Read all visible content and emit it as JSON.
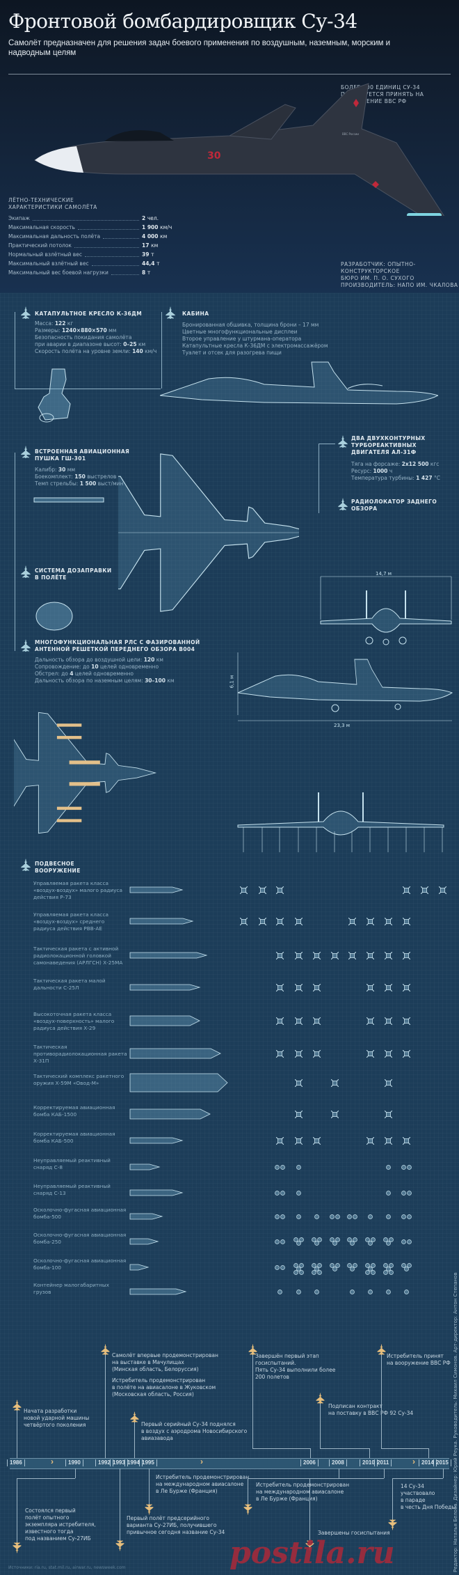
{
  "header": {
    "title": "Фронтовой бомбардировщик Су-34",
    "subtitle": "Самолёт предназначен для решения задач боевого применения по воздушным, наземным, морским и надводным целям"
  },
  "note_top": "Более 100 единиц Су-34 планируется принять на вооружение ВВС РФ",
  "developer": [
    "Разработчик: Опытно-конструкторское",
    "бюро им. П. О. Сухого",
    "Производитель: НАПО им. Чкалова"
  ],
  "hero_markings": {
    "tail_text": "ВВС России",
    "number": "30"
  },
  "specs": {
    "title": [
      "Лётно-технические",
      "характеристики самолёта"
    ],
    "rows": [
      {
        "name": "Экипаж",
        "value": "2",
        "unit": "чел."
      },
      {
        "name": "Максимальная скорость",
        "value": "1 900",
        "unit": "км/ч"
      },
      {
        "name": "Максимальная дальность полёта",
        "value": "4 000",
        "unit": "км"
      },
      {
        "name": "Практический потолок",
        "value": "17",
        "unit": "км"
      },
      {
        "name": "Нормальный взлётный вес",
        "value": "39",
        "unit": "т"
      },
      {
        "name": "Максимальный взлётный вес",
        "value": "44,4",
        "unit": "т"
      },
      {
        "name": "Максимальный вес боевой нагрузки",
        "value": "8",
        "unit": "т"
      }
    ]
  },
  "seat": {
    "title": "Катапультное кресло К-36ДМ",
    "lines": [
      [
        "Масса: ",
        "122",
        "кг"
      ],
      [
        "Размеры: ",
        "1240×880×570",
        "мм"
      ],
      [
        "Безопасность покидания самолёта",
        "",
        ""
      ],
      [
        "при аварии в диапазоне высот: ",
        "0–25",
        "км"
      ],
      [
        "Скорость полёта на уровне земли: ",
        "140",
        "км/ч"
      ]
    ]
  },
  "cabin": {
    "title": "Кабина",
    "lines": [
      "Бронированная обшивка, толщина брони – 17 мм",
      "Цветные многофункциональные дисплеи",
      "Второе управление у штурмана-оператора",
      "Катапультные кресла К-36ДМ с электромассажёром",
      "Туалет и отсек для разогрева пищи"
    ]
  },
  "gun": {
    "title": [
      "Встроенная авиационная",
      "пушка ГШ-301"
    ],
    "lines": [
      [
        "Калибр: ",
        "30",
        "мм"
      ],
      [
        "Боекомплект: ",
        "150",
        "выстрелов"
      ],
      [
        "Темп стрельбы: ",
        "1 500",
        "выст/мин"
      ]
    ]
  },
  "engines": {
    "title": [
      "Два двухконтурных",
      "турбореактивных",
      "двигателя АЛ-31Ф"
    ],
    "lines": [
      [
        "Тяга на форсаже: ",
        "2х12 500",
        "кгс"
      ],
      [
        "Ресурс: ",
        "1000",
        "ч"
      ],
      [
        "Температура турбины: ",
        "1 427",
        "°С"
      ]
    ]
  },
  "rear_radar": {
    "title": [
      "Радиолокатор заднего",
      "обзора"
    ]
  },
  "refuel": {
    "title": [
      "Система дозаправки",
      "в полёте"
    ]
  },
  "radar": {
    "title": [
      "Многофункциональная РЛС с фазированной",
      "антенной решеткой переднего обзора В004"
    ],
    "lines": [
      [
        "Дальность обзора до воздушной цели: ",
        "120",
        "км"
      ],
      [
        "Сопровождение: до ",
        "10",
        "целей одновременно"
      ],
      [
        "Обстрел: до ",
        "4",
        "целей одновременно"
      ],
      [
        "Дальность обзора по наземным целям: ",
        "30–100",
        "км"
      ]
    ]
  },
  "dimensions": {
    "wingspan": "14,7 м",
    "height": "6,1 м",
    "length": "23,3 м"
  },
  "weapons": {
    "title": [
      "Подвесное",
      "вооружение"
    ],
    "items": [
      {
        "label": "Управляемая ракета класса «воздух-воздух» малого радиуса действия Р-73",
        "kind": "x",
        "load": [
          1,
          1,
          1,
          0,
          0,
          0,
          0,
          0,
          0,
          1,
          1,
          1
        ]
      },
      {
        "label": "Управляемая ракета класса «воздух-воздух» среднего радиуса действия РВВ-АЕ",
        "kind": "x",
        "load": [
          1,
          1,
          1,
          1,
          0,
          0,
          1,
          1,
          1,
          1,
          0,
          0
        ]
      },
      {
        "label": "Тактическая ракета с активной радиолокационной головкой самонаведения (АРЛГСН) Х-25МА",
        "kind": "x",
        "load": [
          0,
          0,
          1,
          1,
          1,
          1,
          1,
          1,
          1,
          1,
          0,
          0
        ]
      },
      {
        "label": "Тактическая ракета малой дальности С-25Л",
        "kind": "x",
        "load": [
          0,
          0,
          1,
          1,
          1,
          0,
          0,
          1,
          1,
          1,
          0,
          0
        ]
      },
      {
        "label": "Высокоточная ракета класса «воздух-поверхность» малого радиуса действия Х-29",
        "kind": "x",
        "load": [
          0,
          0,
          1,
          1,
          1,
          0,
          0,
          1,
          1,
          1,
          0,
          0
        ]
      },
      {
        "label": "Тактическая противорадиолокационная ракета Х-31П",
        "kind": "x",
        "load": [
          0,
          0,
          1,
          1,
          1,
          0,
          0,
          1,
          1,
          1,
          0,
          0
        ]
      },
      {
        "label": "Тактический комплекс ракетного оружия Х-59М «Овод-М»",
        "kind": "x",
        "load": [
          0,
          0,
          0,
          1,
          0,
          1,
          0,
          0,
          1,
          0,
          0,
          0
        ]
      },
      {
        "label": "Корректируемая авиационная бомба КАБ-1500",
        "kind": "x",
        "load": [
          0,
          0,
          0,
          1,
          0,
          1,
          0,
          0,
          1,
          0,
          0,
          0
        ]
      },
      {
        "label": "Корректируемая авиационная бомба КАБ-500",
        "kind": "x",
        "load": [
          0,
          0,
          1,
          1,
          1,
          0,
          0,
          1,
          1,
          1,
          0,
          0
        ]
      },
      {
        "label": "Неуправляемый реактивный снаряд С-8",
        "kind": "o",
        "load": [
          0,
          0,
          2,
          1,
          0,
          0,
          0,
          0,
          1,
          2,
          0,
          0
        ]
      },
      {
        "label": "Неуправляемый реактивный снаряд С-13",
        "kind": "o",
        "load": [
          0,
          0,
          2,
          1,
          0,
          0,
          0,
          0,
          1,
          2,
          0,
          0
        ]
      },
      {
        "label": "Осколочно-фугасная авиационная бомба-500",
        "kind": "o",
        "load": [
          0,
          0,
          2,
          1,
          1,
          2,
          2,
          1,
          1,
          2,
          0,
          0
        ]
      },
      {
        "label": "Осколочно-фугасная авиационная бомба-250",
        "kind": "o",
        "load": [
          0,
          0,
          2,
          3,
          3,
          3,
          3,
          3,
          3,
          2,
          0,
          0
        ]
      },
      {
        "label": "Осколочно-фугасная авиационная бомба-100",
        "kind": "o",
        "load": [
          0,
          0,
          2,
          5,
          5,
          3,
          3,
          5,
          5,
          3,
          0,
          0
        ]
      },
      {
        "label": "Контейнер малогабаритных грузов",
        "kind": "o",
        "load": [
          0,
          0,
          1,
          1,
          1,
          0,
          1,
          1,
          1,
          1,
          0,
          0
        ]
      }
    ]
  },
  "timeline": {
    "years": [
      "1986",
      "1990",
      "1992",
      "1993",
      "1994",
      "1995",
      "2006",
      "2008",
      "2010",
      "2011",
      "2014",
      "2015"
    ],
    "events": [
      {
        "year": "1986",
        "side": "above",
        "text": [
          "Начата разработки",
          "новой ударной машины",
          "четвёртого поколения"
        ]
      },
      {
        "year": "1992",
        "side": "above",
        "text": [
          "Самолёт впервые продемонстрирован",
          "на выставке в Мачулищах",
          "(Минская область, Белоруссия)",
          "",
          "Истребитель продемонстрирован",
          "в полёте на авиасалоне в Жуковском",
          "(Московская область, Россия)"
        ]
      },
      {
        "year": "1994",
        "side": "above",
        "text": [
          "Первый серийный Су-34 поднялся",
          "в воздух с аэродрома Новосибирского",
          "авиазавода"
        ]
      },
      {
        "year": "2006",
        "side": "above",
        "text": [
          "Завершён первый этап",
          "госиспытаний.",
          "Пять Су-34 выполнили более",
          "200 полетов"
        ]
      },
      {
        "year": "2010",
        "side": "above",
        "text": [
          "Подписан контракт",
          "на поставку в ВВС РФ 92 Су-34"
        ]
      },
      {
        "year": "2014",
        "side": "above",
        "text": [
          "Истребитель принят",
          "на вооружение ВВС РФ"
        ]
      },
      {
        "year": "1990",
        "side": "below",
        "text": [
          "Состоялся первый",
          "полёт опытного",
          "экземпляра истребителя,",
          "известного тогда",
          "под названием Су-27ИБ"
        ]
      },
      {
        "year": "1993",
        "side": "below",
        "text": [
          "Первый полёт предсерийного",
          "варианта Су-27ИБ, получившего",
          "привычное сегодня название Су-34"
        ]
      },
      {
        "year": "1995",
        "side": "below",
        "text": [
          "Истребитель продемонстрирован",
          "на международном авиасалоне",
          "в Ле Бурже (Франция)"
        ]
      },
      {
        "year": "2008",
        "side": "below",
        "text": [
          "Истребитель продемонстрирован",
          "на международном авиасалоне",
          "в Ле Бурже (Франция)"
        ]
      },
      {
        "year": "2011",
        "side": "below",
        "text": [
          "Завершены госиспытания"
        ]
      },
      {
        "year": "2015",
        "side": "below",
        "text": [
          "14 Су-34",
          "участвовало",
          "в параде",
          "в честь Дня Победы"
        ]
      }
    ]
  },
  "sources": "Источники: ria.ru, stat.mil.ru, airwar.ru, newsweek.com",
  "credits": "Редактор: Наталья Белова. Дизайнер: Юрий Реука. Руководитель: Михаил Симонов. Арт-директор: Антон Степанов",
  "watermark": "postila.ru",
  "colors": {
    "background_top": "#0d1622",
    "blueprint": "#1d3e5a",
    "line": "#b9d7e6",
    "timeline_icon": "#e8bf7d",
    "watermark": "#a02b3c"
  }
}
